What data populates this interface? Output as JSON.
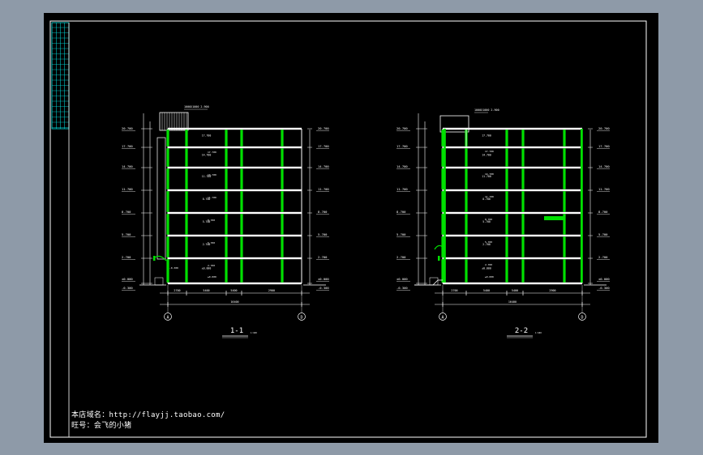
{
  "drawing": {
    "background": "#000000",
    "line_color": "#ffffff",
    "column_color": "#00e000",
    "title_block_color": "#00e5e5",
    "sections": [
      {
        "title": "1-1",
        "scale_note": "1:100",
        "roof_note": "1000X1000  2.900",
        "axes": [
          "A",
          "D"
        ],
        "elevations": [
          "20.700",
          "17.700",
          "14.700",
          "11.700",
          "8.700",
          "5.700",
          "2.700",
          "±0.000",
          "-0.300"
        ],
        "spans": [
          "2700",
          "5400",
          "5400",
          "2900"
        ],
        "total": "16400"
      },
      {
        "title": "2-2",
        "scale_note": "1:100",
        "roof_note": "1000X1000  2.900",
        "axes": [
          "A",
          "D"
        ],
        "elevations": [
          "20.700",
          "17.700",
          "14.700",
          "11.700",
          "8.700",
          "5.700",
          "2.700",
          "±0.000",
          "-0.300"
        ],
        "spans": [
          "2700",
          "5400",
          "5400",
          "2900"
        ],
        "total": "16400"
      }
    ]
  },
  "footer": {
    "shop_line": "本店域名：http://flayjj.taobao.com/",
    "contact_line": "旺号：会飞的小猪"
  }
}
